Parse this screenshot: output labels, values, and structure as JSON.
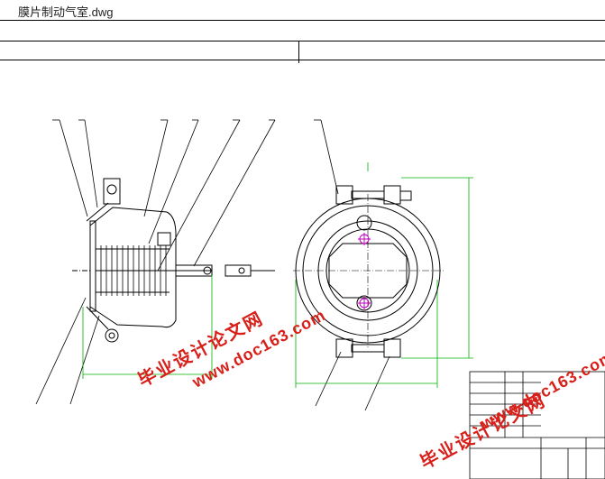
{
  "window": {
    "title": "膜片制动气室.dwg"
  },
  "watermark": {
    "site_cn": "毕业设计论文网",
    "site_url": "www.doc163.com"
  },
  "colors": {
    "line": "#000000",
    "dimension": "#00b000",
    "center_mark": "#c000c0",
    "watermark": "#d8201a"
  }
}
